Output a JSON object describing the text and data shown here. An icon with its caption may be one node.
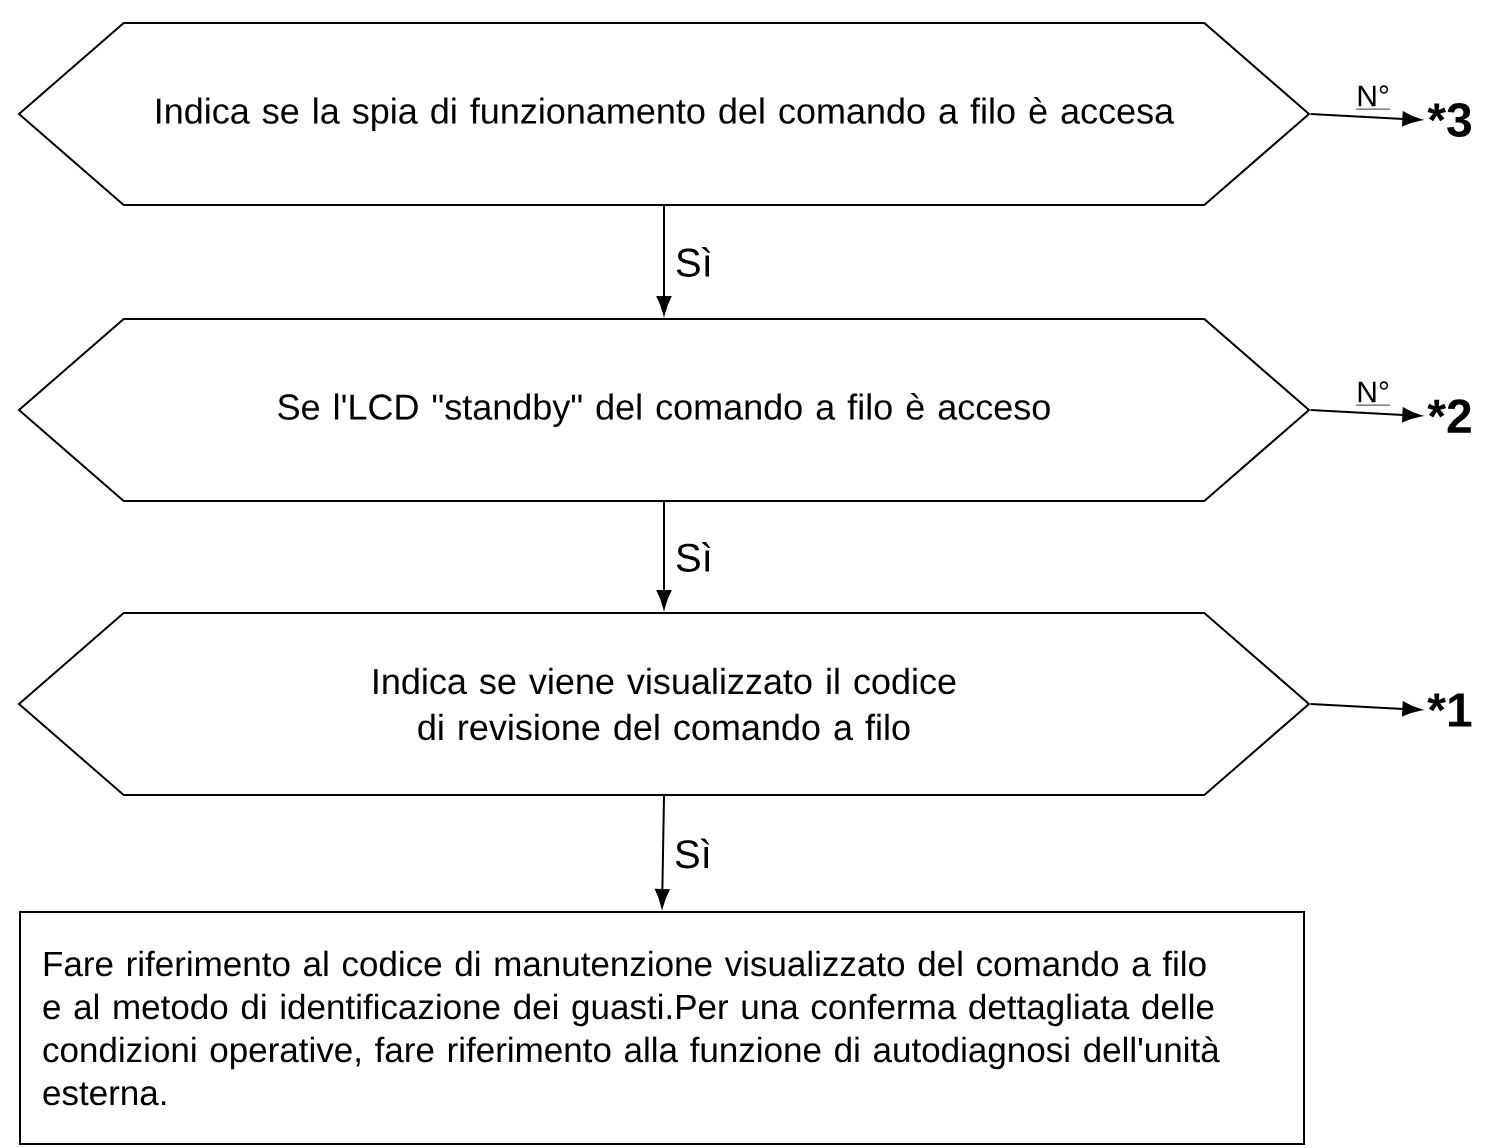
{
  "diagram": {
    "nodes": [
      {
        "text": [
          "Indica se la spia di funzionamento del comando a filo è accesa"
        ]
      },
      {
        "text": [
          "Se l'LCD \"standby\" del comando a filo è acceso"
        ]
      },
      {
        "text": [
          "Indica se viene visualizzato il codice di revisione del comando a filo"
        ]
      },
      {
        "text": [
          "Fare riferimento al codice di manutenzione visualizzato del comando a filo e al metodo di identificazione dei guasti.Per una conferma dettagliata delle condizioni operative, fare riferimento alla funzione di autodiagnosi dell'unità esterna."
        ]
      },
      {
        "text": [
          "*3"
        ]
      },
      {
        "text": [
          "*2"
        ]
      },
      {
        "text": [
          "*1"
        ]
      }
    ],
    "edges": [
      {
        "from": 0,
        "to": 1,
        "arrow": "to",
        "label": "Sì"
      },
      {
        "from": 1,
        "to": 2,
        "arrow": "to",
        "label": "Sì"
      },
      {
        "from": 2,
        "to": 3,
        "arrow": "to",
        "label": "Sì"
      },
      {
        "from": 0,
        "to": 4,
        "arrow": "to",
        "label": "N°"
      },
      {
        "from": 1,
        "to": 5,
        "arrow": "to",
        "label": "N°"
      },
      {
        "from": 2,
        "to": 6,
        "arrow": "to"
      }
    ]
  }
}
